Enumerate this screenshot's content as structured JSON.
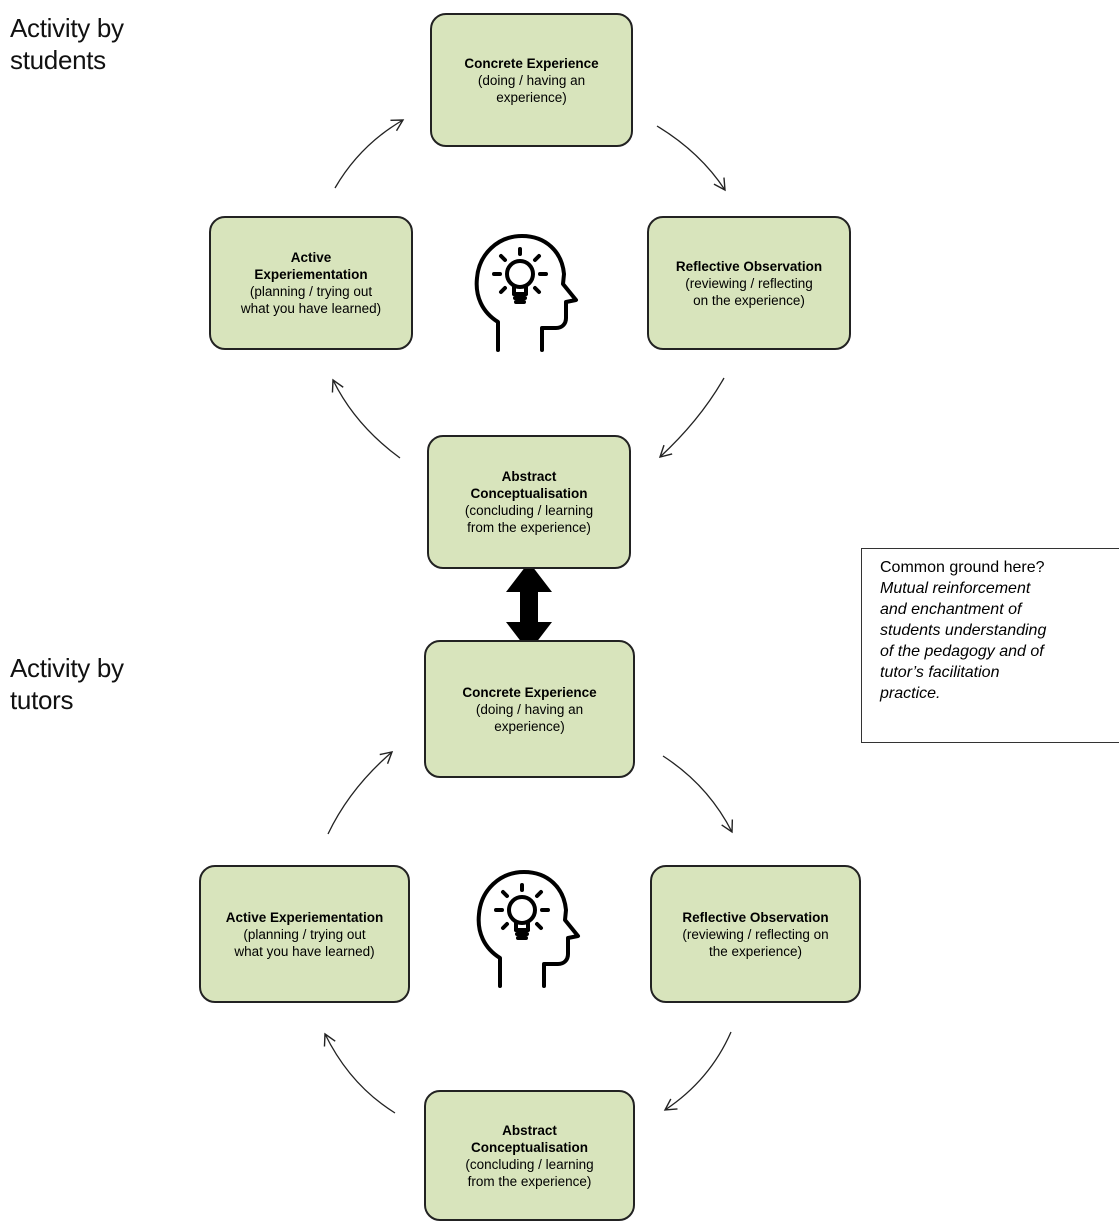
{
  "students": {
    "label": "Activity by\nstudents",
    "concrete": {
      "title": "Concrete Experience",
      "desc": "(doing / having an\nexperience)"
    },
    "reflective": {
      "title": "Reflective Observation",
      "desc": "(reviewing / reflecting\non the experience)"
    },
    "abstract": {
      "title": "Abstract\nConceptualisation",
      "desc": "(concluding / learning\nfrom the experience)"
    },
    "active": {
      "title": "Active\nExperiementation",
      "desc": "(planning / trying out\nwhat you have learned)"
    }
  },
  "tutors": {
    "label": "Activity by\ntutors",
    "concrete": {
      "title": "Concrete Experience",
      "desc": "(doing / having an\nexperience)"
    },
    "reflective": {
      "title": "Reflective Observation",
      "desc": "(reviewing / reflecting on\nthe experience)"
    },
    "abstract": {
      "title": "Abstract\nConceptualisation",
      "desc": "(concluding / learning\nfrom the experience)"
    },
    "active": {
      "title": "Active Experiementation",
      "desc": "(planning / trying out\nwhat you have learned)"
    }
  },
  "note": {
    "heading": "Common ground here?",
    "body": "Mutual reinforcement\nand enchantment of\nstudents understanding\nof the pedagogy and of\ntutor’s facilitation\npractice."
  },
  "icons": [
    "head-lightbulb-icon",
    "head-lightbulb-icon",
    "double-arrow-icon"
  ]
}
